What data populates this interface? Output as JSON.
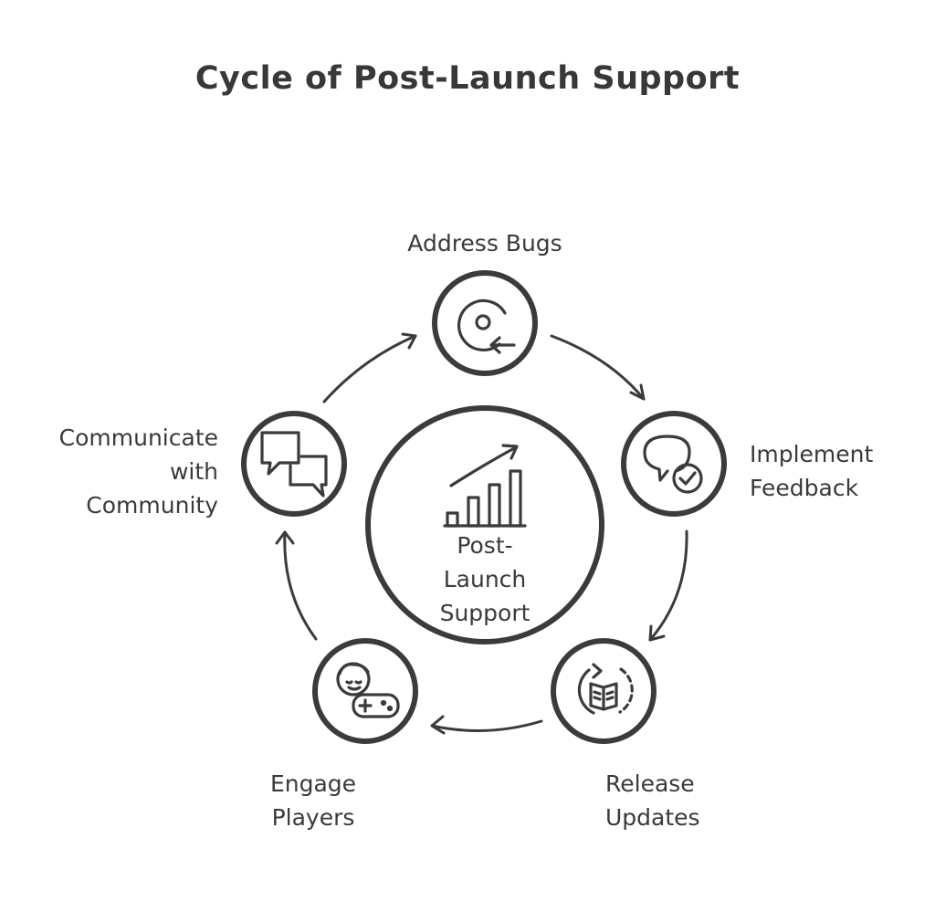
{
  "title": "Cycle of Post-Launch Support",
  "center": {
    "lines": [
      "Post-",
      "Launch",
      "Support"
    ],
    "icon": "growth-bar-chart-icon"
  },
  "nodes": [
    {
      "key": "address-bugs",
      "lines": [
        "Address Bugs"
      ],
      "icon": "bug-target-icon"
    },
    {
      "key": "implement-feedback",
      "lines": [
        "Implement",
        "Feedback"
      ],
      "icon": "speech-check-icon"
    },
    {
      "key": "release-updates",
      "lines": [
        "Release",
        "Updates"
      ],
      "icon": "book-refresh-icon"
    },
    {
      "key": "engage-players",
      "lines": [
        "Engage",
        "Players"
      ],
      "icon": "player-gamepad-icon"
    },
    {
      "key": "communicate-with-community",
      "lines": [
        "Communicate",
        "with",
        "Community"
      ],
      "icon": "chat-bubbles-icon"
    }
  ],
  "colors": {
    "stroke": "#3b3b3b",
    "text": "#3a3a3a",
    "background": "#ffffff"
  }
}
